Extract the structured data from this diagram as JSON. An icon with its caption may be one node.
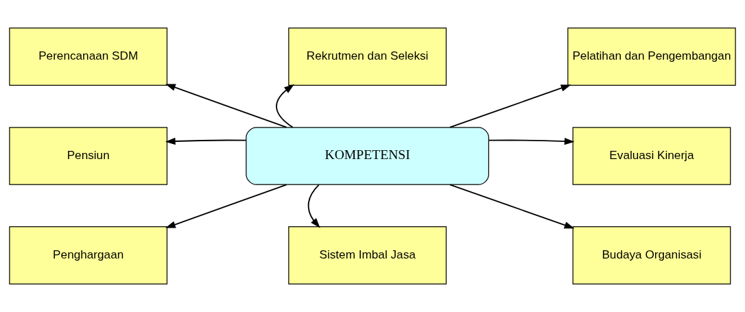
{
  "diagram": {
    "nodes": [
      {
        "text": [
          "Perencanaan SDM"
        ]
      },
      {
        "text": [
          "Rekrutmen dan Seleksi"
        ]
      },
      {
        "text": [
          "Pelatihan dan Pengembangan"
        ]
      },
      {
        "text": [
          "Pensiun"
        ]
      },
      {
        "text": [
          "KOMPETENSI"
        ]
      },
      {
        "text": [
          "Evaluasi Kinerja"
        ]
      },
      {
        "text": [
          "Penghargaan"
        ]
      },
      {
        "text": [
          "Sistem Imbal Jasa"
        ]
      },
      {
        "text": [
          "Budaya Organisasi"
        ]
      }
    ],
    "edges": [
      {
        "from": 4,
        "to": 0,
        "arrow": "to"
      },
      {
        "from": 4,
        "to": 1,
        "arrow": "to"
      },
      {
        "from": 4,
        "to": 2,
        "arrow": "to"
      },
      {
        "from": 4,
        "to": 3,
        "arrow": "to"
      },
      {
        "from": 4,
        "to": 5,
        "arrow": "to"
      },
      {
        "from": 4,
        "to": 6,
        "arrow": "to"
      },
      {
        "from": 4,
        "to": 7,
        "arrow": "to"
      },
      {
        "from": 4,
        "to": 8,
        "arrow": "to"
      }
    ]
  }
}
